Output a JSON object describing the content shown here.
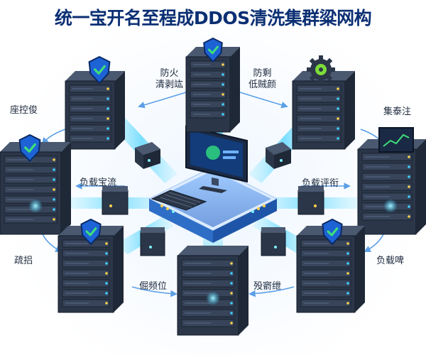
{
  "title": "统一宝开名至程成DDOS清洗集群粱网构",
  "labels": {
    "top_left_line1": "防火",
    "top_left_line2": "清剥竑",
    "top_right_line1": "防剩",
    "top_right_line2": "低贼颜",
    "left_upper": "座控俊",
    "right_upper": "集泰注",
    "mid_left": "负载宝流",
    "mid_right": "负载评衔",
    "left_lower": "疏捛",
    "right_lower": "负载啤",
    "bottom_left": "倔频位",
    "bottom_right": "殁窬绁"
  },
  "colors": {
    "title": "#0b2f73",
    "server_dark": "#2b3648",
    "server_side": "#1f2837",
    "glow": "#3fd0ff",
    "shield": "#1e63d6",
    "check": "#3ee07a",
    "hub": "#3a7bd5"
  },
  "icons": [
    "shield-check-icon",
    "gear-icon",
    "monitor-chart-icon",
    "keyboard-icon"
  ]
}
